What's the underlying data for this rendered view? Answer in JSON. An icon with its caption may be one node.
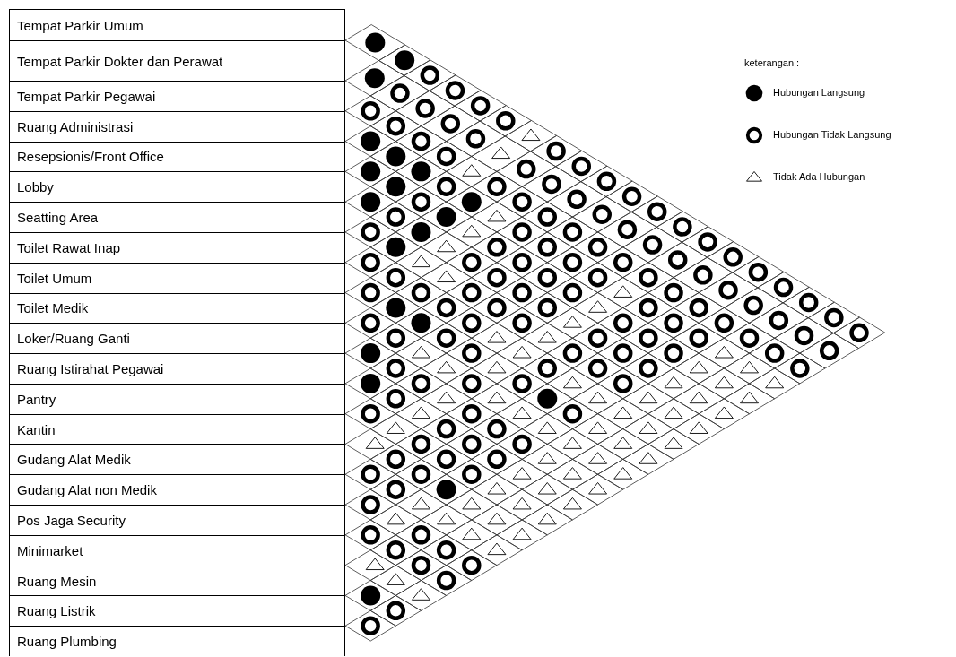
{
  "diagram": {
    "nodes": [
      {
        "text": [
          "Tempat Parkir Umum"
        ]
      },
      {
        "text": [
          "Tempat Parkir Dokter dan Perawat"
        ]
      },
      {
        "text": [
          "Tempat Parkir Pegawai"
        ]
      },
      {
        "text": [
          "Ruang Administrasi"
        ]
      },
      {
        "text": [
          "Resepsionis/Front Office"
        ]
      },
      {
        "text": [
          "Lobby"
        ]
      },
      {
        "text": [
          "Seatting Area"
        ]
      },
      {
        "text": [
          "Toilet Rawat Inap"
        ]
      },
      {
        "text": [
          "Toilet Umum"
        ]
      },
      {
        "text": [
          "Toilet Medik"
        ]
      },
      {
        "text": [
          "Loker/Ruang Ganti"
        ]
      },
      {
        "text": [
          "Ruang Istirahat Pegawai"
        ]
      },
      {
        "text": [
          "Pantry"
        ]
      },
      {
        "text": [
          "Kantin"
        ]
      },
      {
        "text": [
          "Gudang Alat Medik"
        ]
      },
      {
        "text": [
          "Gudang Alat non Medik"
        ]
      },
      {
        "text": [
          "Pos Jaga Security"
        ]
      },
      {
        "text": [
          "Minimarket"
        ]
      },
      {
        "text": [
          "Ruang Mesin"
        ]
      },
      {
        "text": [
          "Ruang Listrik"
        ]
      },
      {
        "text": [
          "Ruang Plumbing"
        ]
      }
    ],
    "labels": [
      "keterangan :"
    ],
    "legend": [
      {
        "text": "Hubungan Langsung"
      },
      {
        "text": "Hubungan Tidak Langsung"
      },
      {
        "text": "Tidak Ada Hubungan"
      }
    ]
  }
}
